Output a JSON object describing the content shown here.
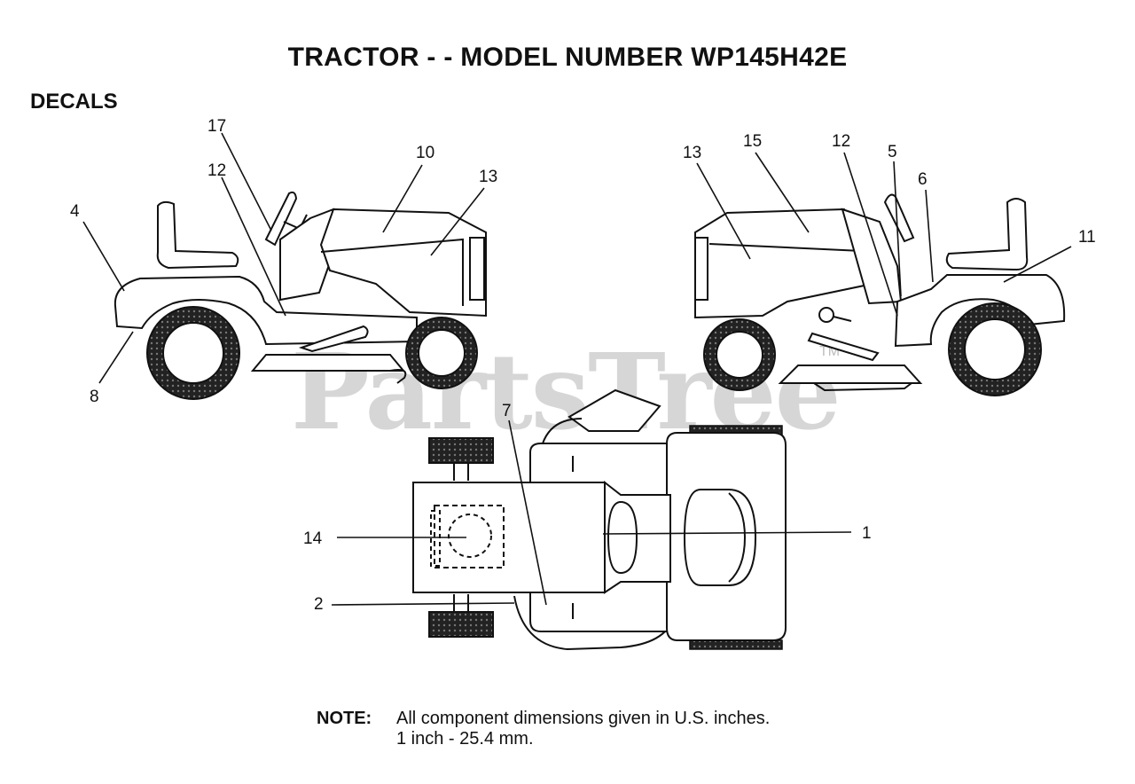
{
  "title": "TRACTOR - - MODEL NUMBER WP145H42E",
  "section": "DECALS",
  "watermark": "PartsTree",
  "trademark": "TM",
  "callouts": {
    "c17": "17",
    "c12a": "12",
    "c10": "10",
    "c13a": "13",
    "c4": "4",
    "c8": "8",
    "c13b": "13",
    "c15": "15",
    "c12b": "12",
    "c5": "5",
    "c6": "6",
    "c11": "11",
    "c7": "7",
    "c14": "14",
    "c1": "1",
    "c2": "2"
  },
  "note": {
    "label": "NOTE:",
    "line1": "All component dimensions given in U.S. inches.",
    "line2": "1 inch - 25.4 mm."
  }
}
